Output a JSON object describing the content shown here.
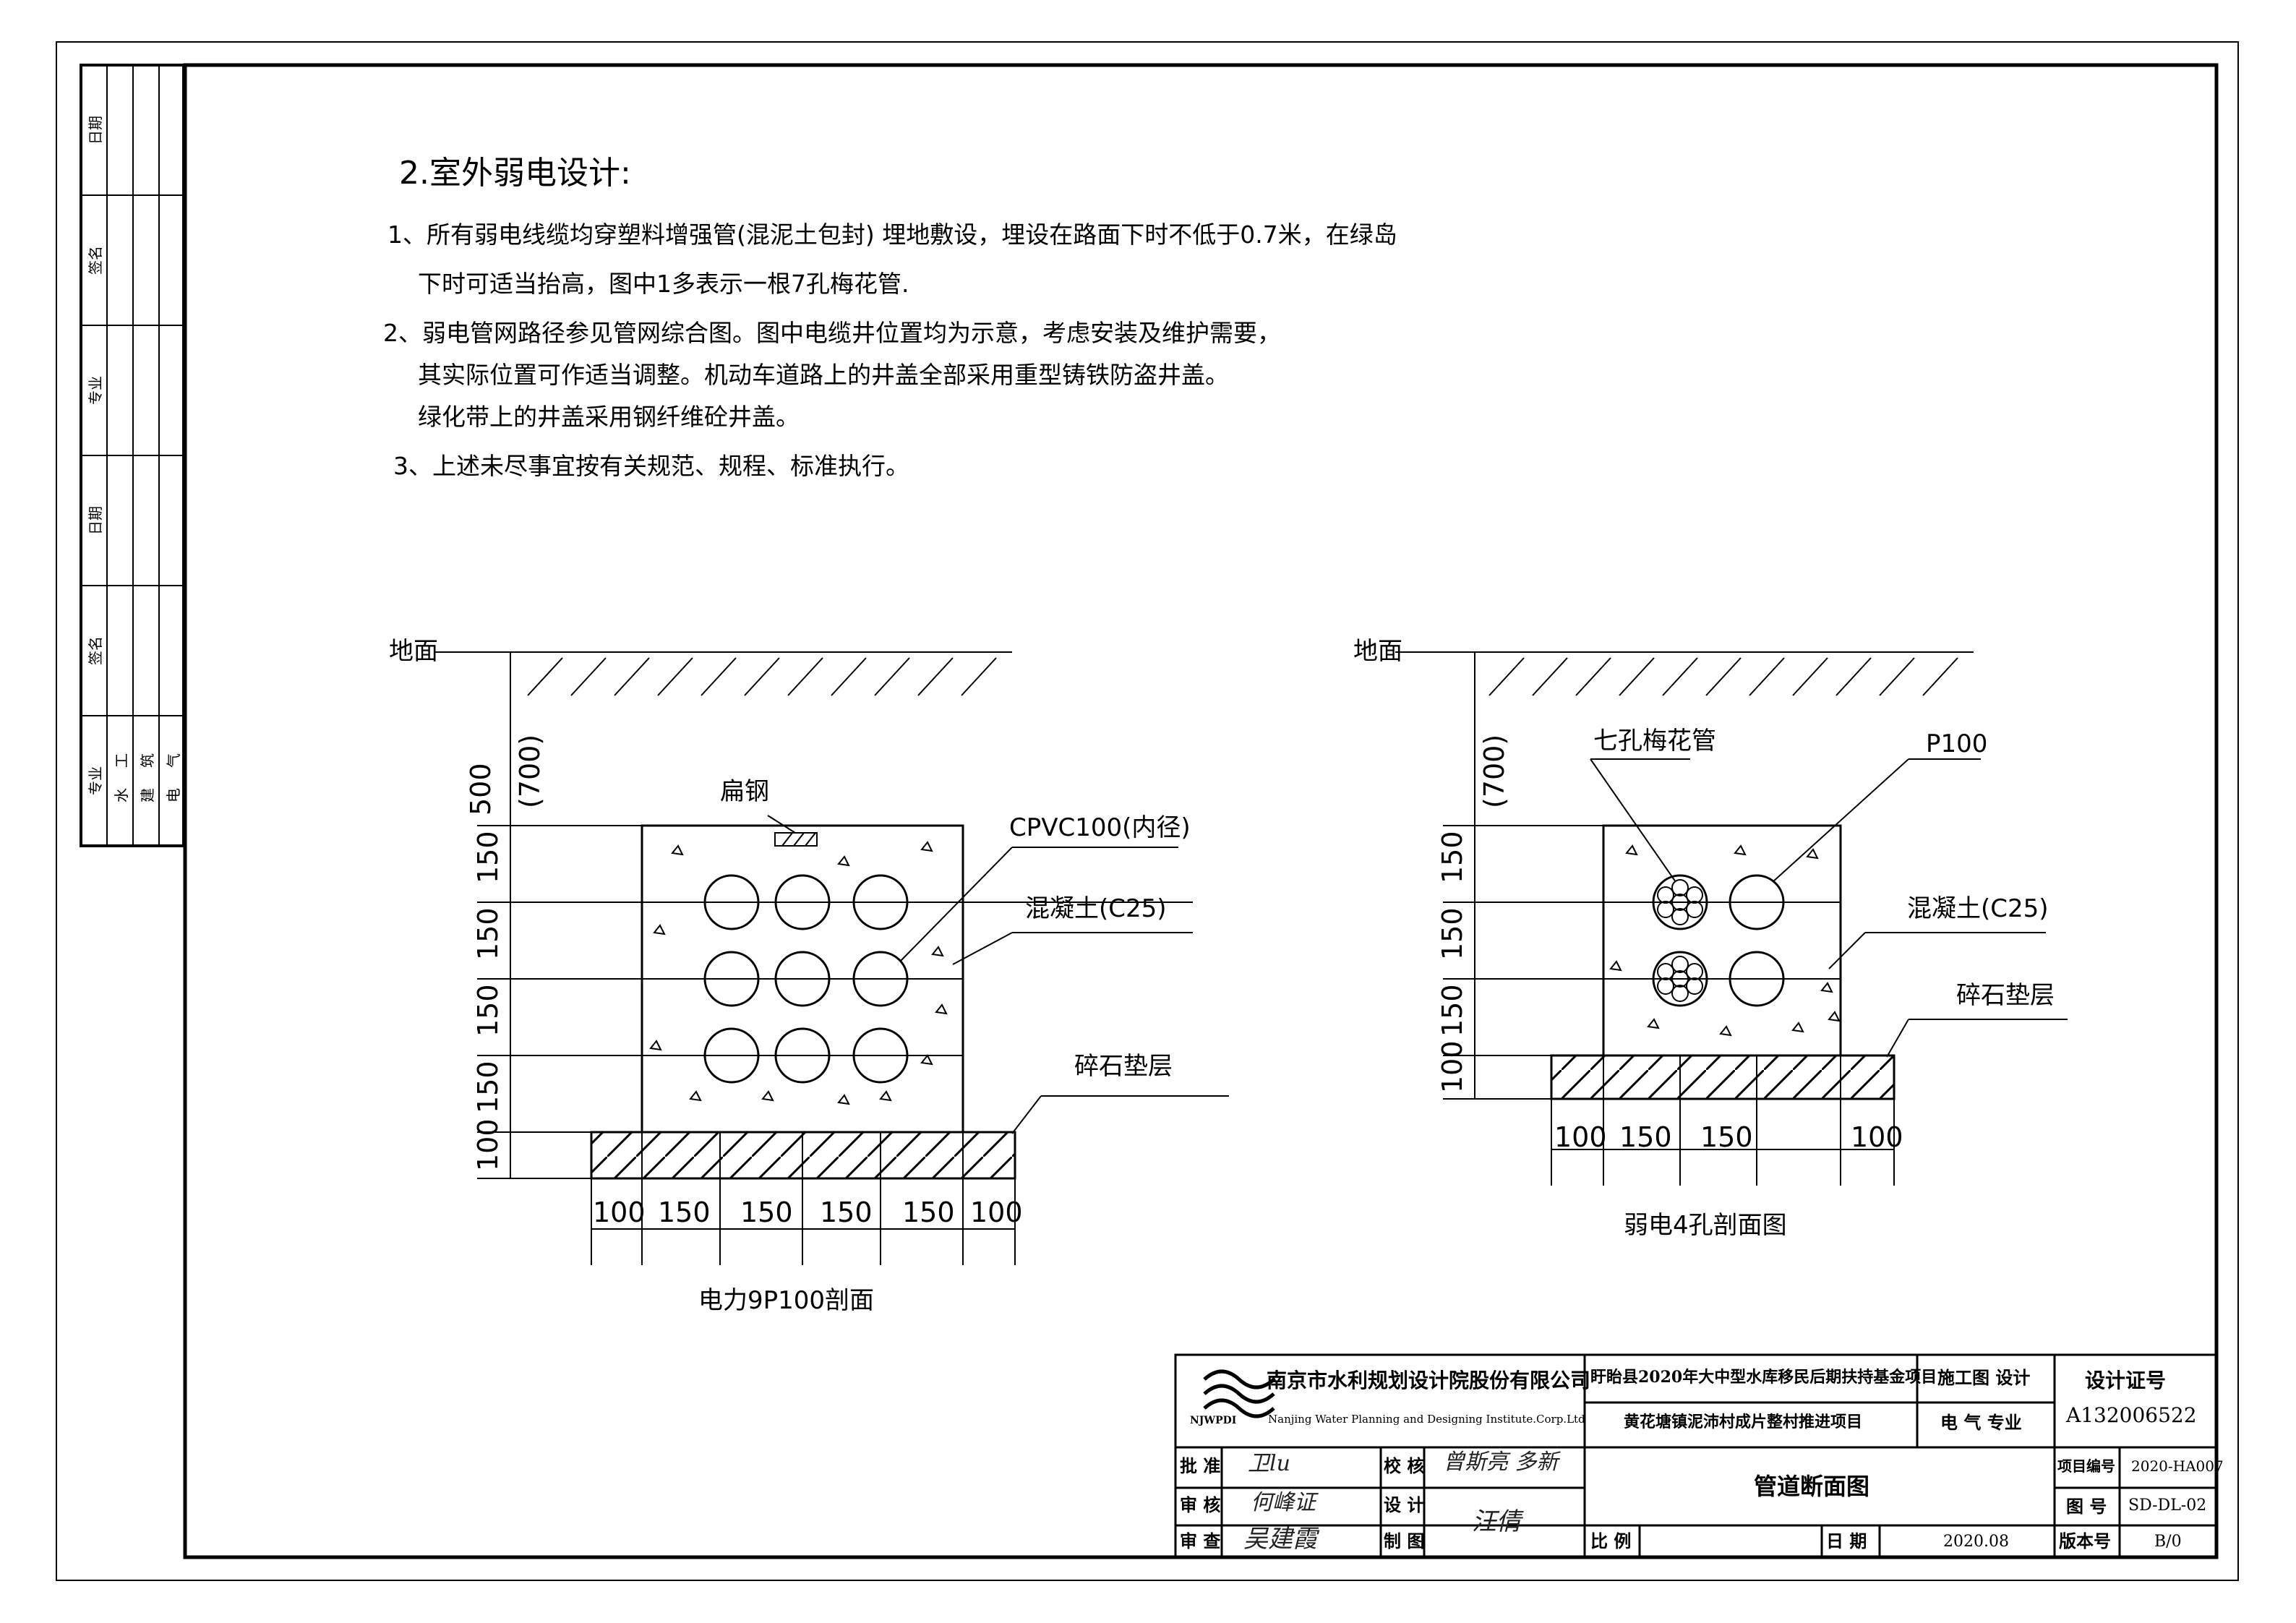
{
  "notes": {
    "title": "2.室外弱电设计:",
    "n1_line1": "1、所有弱电线缆均穿塑料增强管(混泥土包封) 埋地敷设，埋设在路面下时不低于0.7米，在绿岛",
    "n1_line2": "下时可适当抬高，图中1多表示一根7孔梅花管.",
    "n2_line1": "2、弱电管网路径参见管网综合图。图中电缆井位置均为示意，考虑安装及维护需要，",
    "n2_line2": "其实际位置可作适当调整。机动车道路上的井盖全部采用重型铸铁防盗井盖。",
    "n2_line3": "绿化带上的井盖采用钢纤维砼井盖。",
    "n3_line1": "3、上述未尽事宜按有关规范、规程、标准执行。"
  },
  "left_section": {
    "ground": "地面",
    "depth_500": "500",
    "depth_700": "(700)",
    "flat_steel": "扁钢",
    "pipe": "CPVC100(内径)",
    "concrete": "混凝土(C25)",
    "gravel": "碎石垫层",
    "v150a": "150",
    "v150b": "150",
    "v150c": "150",
    "v150d": "150",
    "v100": "100",
    "h1": "100",
    "h2": "150",
    "h3": "150",
    "h4": "150",
    "h5": "150",
    "h6": "100",
    "caption": "电力9P100剖面"
  },
  "right_section": {
    "ground": "地面",
    "depth_700": "(700)",
    "plum_pipe": "七孔梅花管",
    "p100": "P100",
    "concrete": "混凝土(C25)",
    "gravel": "碎石垫层",
    "v150a": "150",
    "v150b": "150",
    "v150c": "150",
    "v100": "100",
    "h1": "100",
    "h2": "150",
    "h3": "150",
    "h4": "100",
    "caption": "弱电4孔剖面图"
  },
  "side_strip": {
    "date1": "日期",
    "sign1": "签名",
    "major1": "专业",
    "date2": "日期",
    "sign2": "签名",
    "major2": "专业",
    "water": "水",
    "work": "工",
    "build": "建",
    "build2": "筑",
    "elec": "电",
    "gas": "气"
  },
  "title_block": {
    "company_cn": "南京市水利规划设计院股份有限公司",
    "company_en": "Nanjing Water Planning and Designing Institute.Corp.Ltd",
    "logo_text": "NJWPDI",
    "project_line1": "盱眙县2020年大中型水库移民后期扶持基金项目",
    "project_line2": "黄花塘镇泥沛村成片整村推进项目",
    "stage": "施工图 设计",
    "discipline": "电 气 专业",
    "cert_label": "设计证号",
    "cert_no": "A132006522",
    "approve": "批 准",
    "check": "校 核",
    "review": "审 核",
    "design": "设 计",
    "inspect": "审 查",
    "draw": "制 图",
    "drawing_title": "管道断面图",
    "scale_label": "比 例",
    "date_label": "日 期",
    "date": "2020.08",
    "proj_no_label": "项目编号",
    "proj_no": "2020-HA007",
    "fig_no_label": "图 号",
    "fig_no": "SD-DL-02",
    "version_label": "版本号",
    "version": "B/0",
    "sig_approve": "卫lu",
    "sig_check": "曾斯亮 多新",
    "sig_review": "何峰证",
    "sig_design": "汪倩",
    "sig_inspect": "吴建霞"
  },
  "colors": {
    "line": "#000000",
    "paper": "#ffffff"
  }
}
